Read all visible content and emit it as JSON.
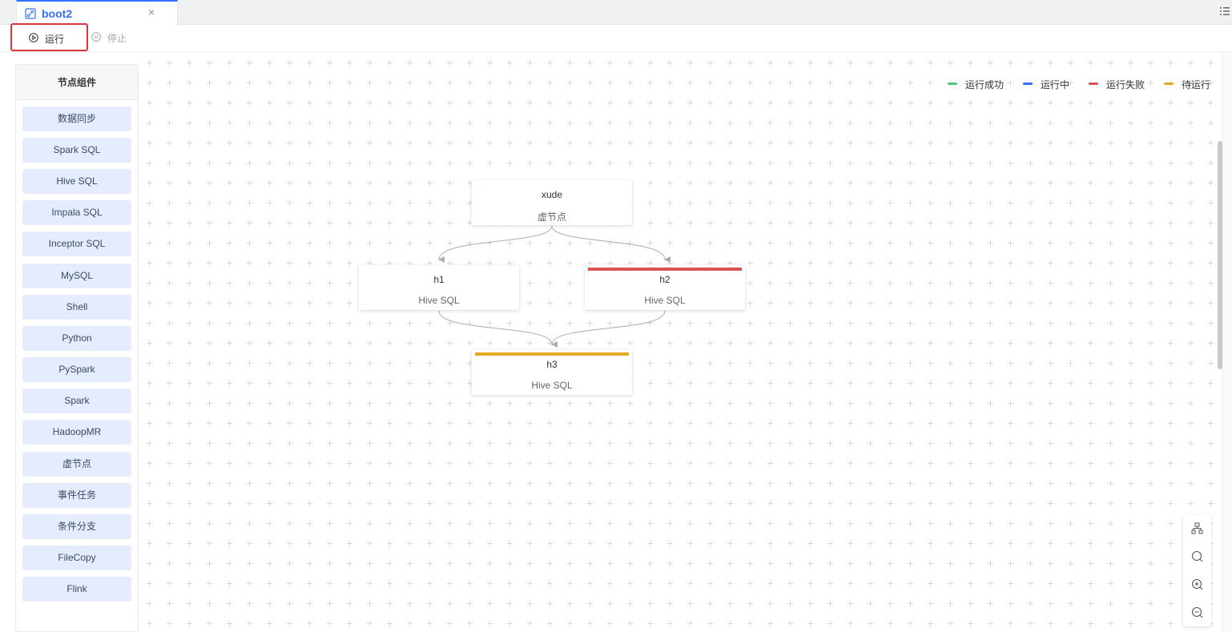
{
  "tab": {
    "title": "boot2",
    "close": "×",
    "icon": "workflow-file-icon"
  },
  "toolbar": {
    "run_label": "运行",
    "stop_label": "停止"
  },
  "panel": {
    "title": "节点组件",
    "items": [
      "数据同步",
      "Spark SQL",
      "Hive SQL",
      "Impala SQL",
      "Inceptor SQL",
      "MySQL",
      "Shell",
      "Python",
      "PySpark",
      "Spark",
      "HadoopMR",
      "虚节点",
      "事件任务",
      "条件分支",
      "FileCopy",
      "Flink"
    ]
  },
  "legend": [
    {
      "label": "运行成功",
      "color": "#52c47a"
    },
    {
      "label": "运行中",
      "color": "#3370ff"
    },
    {
      "label": "运行失败",
      "color": "#d9534f"
    },
    {
      "label": "待运行",
      "color": "#e5a823"
    }
  ],
  "nodes": [
    {
      "name": "xude",
      "type": "虚节点",
      "status": null
    },
    {
      "name": "h1",
      "type": "Hive SQL",
      "status": null
    },
    {
      "name": "h2",
      "type": "Hive SQL",
      "status": "运行失败",
      "status_color": "#d9534f"
    },
    {
      "name": "h3",
      "type": "Hive SQL",
      "status": "待运行",
      "status_color": "#e5a823"
    }
  ],
  "zoom_controls": [
    "layout-tree-icon",
    "search-icon",
    "zoom-in-icon",
    "zoom-out-icon"
  ],
  "colors": {
    "accent": "#3370ff",
    "run_highlight": "#d9363e",
    "grid": "#d6d8dc"
  }
}
